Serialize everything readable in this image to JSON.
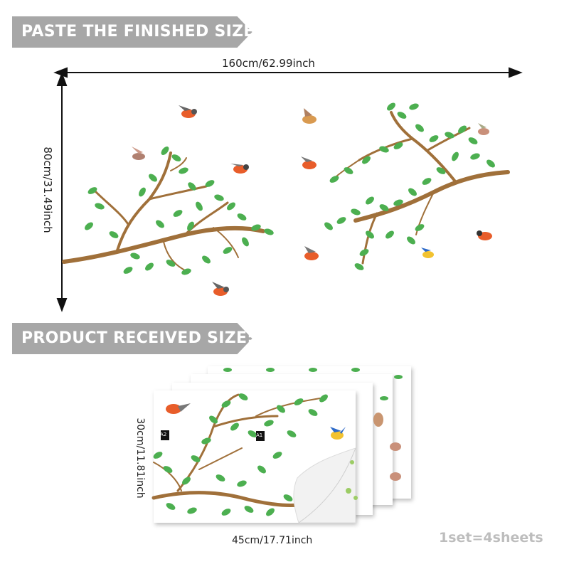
{
  "banners": {
    "finished": "PASTE THE FINISHED SIZE:",
    "received": "PRODUCT RECEIVED SIZE:"
  },
  "finished_size": {
    "width_label": "160cm/62.99inch",
    "height_label": "80cm/31.49inch"
  },
  "received_size": {
    "height_label": "30cm/11.81inch",
    "width_label": "45cm/17.71inch",
    "sheet_codes": [
      "A1",
      "A2"
    ]
  },
  "set_label": "1set=4sheets",
  "colors": {
    "banner": "#a7a7a7",
    "leaf": "#4caf50",
    "branch": "#a0703a",
    "arrow": "#111111"
  }
}
